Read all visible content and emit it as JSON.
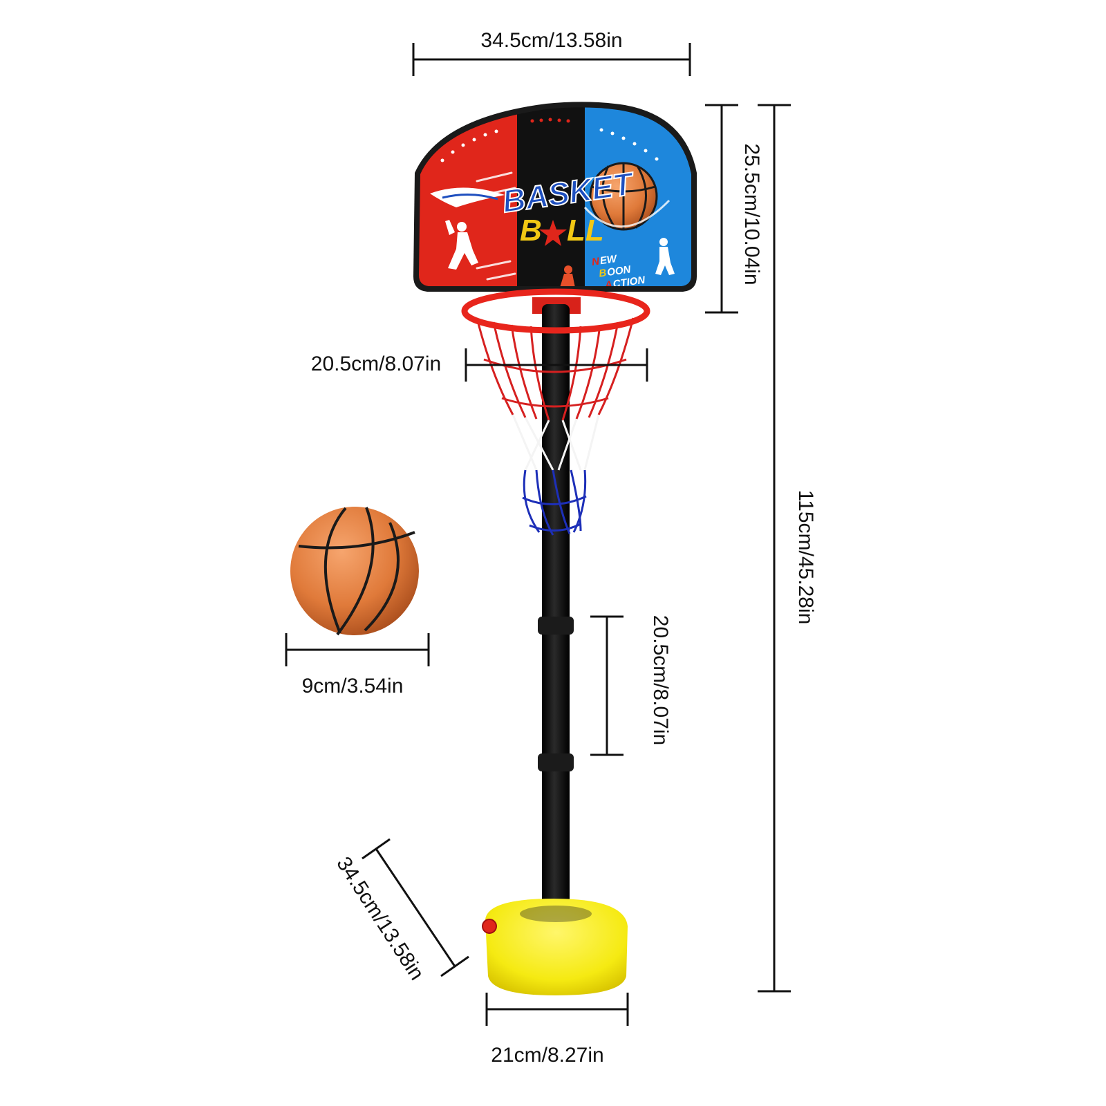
{
  "dimensions": {
    "backboard_width": "34.5cm/13.58in",
    "backboard_height": "25.5cm/10.04in",
    "hoop_diameter": "20.5cm/8.07in",
    "total_height": "115cm/45.28in",
    "pole_segment": "20.5cm/8.07in",
    "ball_diameter": "9cm/3.54in",
    "base_diagonal": "34.5cm/13.58in",
    "base_width": "21cm/8.27in"
  },
  "backboard": {
    "word_top": "BASKET",
    "word_bottom_left": "B",
    "word_bottom_right": "LL",
    "tag_line1": "EW",
    "tag_line2": "OON",
    "tag_line3": "CTION",
    "tag_initial1": "N",
    "tag_initial2": "B",
    "tag_initial3": "A"
  },
  "colors": {
    "backboard_red": "#e0261b",
    "backboard_black": "#111111",
    "backboard_blue": "#1e87dc",
    "rim_red": "#e8251c",
    "net_red": "#d62020",
    "net_blue": "#1d2fb8",
    "pole": "#0c0c0c",
    "base_yellow": "#f5ea12",
    "ball_orange": "#e07a3a",
    "dimension_line": "#111111"
  }
}
